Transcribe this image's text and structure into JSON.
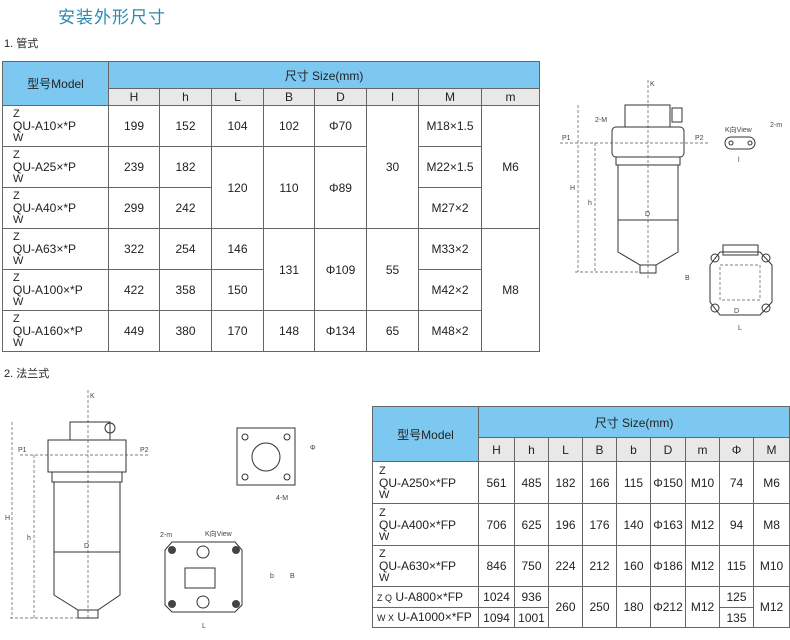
{
  "title": "安装外形尺寸",
  "section1": "1. 管式",
  "section2": "2. 法兰式",
  "table1": {
    "model_header": "型号Model",
    "size_header": "尺寸 Size(mm)",
    "columns": [
      "H",
      "h",
      "L",
      "B",
      "D",
      "I",
      "M",
      "m"
    ],
    "rows": [
      {
        "top": "Z",
        "mid": "QU-A10×*P",
        "bot": "W",
        "H": "199",
        "h": "152",
        "L": "104",
        "B": "102",
        "D": "Φ70",
        "M": "M18×1.5"
      },
      {
        "top": "Z",
        "mid": "QU-A25×*P",
        "bot": "W",
        "H": "239",
        "h": "182",
        "M": "M22×1.5"
      },
      {
        "top": "Z",
        "mid": "QU-A40×*P",
        "bot": "W",
        "H": "299",
        "h": "242",
        "M": "M27×2"
      },
      {
        "top": "Z",
        "mid": "QU-A63×*P",
        "bot": "W",
        "H": "322",
        "h": "254",
        "L": "146",
        "M": "M33×2"
      },
      {
        "top": "Z",
        "mid": "QU-A100×*P",
        "bot": "W",
        "H": "422",
        "h": "358",
        "L": "150",
        "M": "M42×2"
      },
      {
        "top": "Z",
        "mid": "QU-A160×*P",
        "bot": "W",
        "H": "449",
        "h": "380",
        "L": "170",
        "B": "148",
        "D": "Φ134",
        "I": "65",
        "M": "M48×2"
      }
    ],
    "merged": {
      "L_2_3": "120",
      "B_2_3": "110",
      "D_2_3": "Φ89",
      "I_1_3": "30",
      "m_1_3": "M6",
      "B_4_5": "131",
      "D_4_5": "Φ109",
      "I_4_5": "55",
      "m_4_6": "M8"
    }
  },
  "table2": {
    "model_header": "型号Model",
    "size_header": "尺寸 Size(mm)",
    "columns": [
      "H",
      "h",
      "L",
      "B",
      "b",
      "D",
      "m",
      "Φ",
      "M"
    ],
    "rows": [
      {
        "top": "Z",
        "mid": "QU-A250×*FP",
        "bot": "W",
        "H": "561",
        "h": "485",
        "L": "182",
        "B": "166",
        "b": "115",
        "D": "Φ150",
        "m": "M10",
        "phi": "74",
        "M": "M6"
      },
      {
        "top": "Z",
        "mid": "QU-A400×*FP",
        "bot": "W",
        "H": "706",
        "h": "625",
        "L": "196",
        "B": "176",
        "b": "140",
        "D": "Φ163",
        "m": "M12",
        "phi": "94",
        "M": "M8"
      },
      {
        "top": "Z",
        "mid": "QU-A630×*FP",
        "bot": "W",
        "H": "846",
        "h": "750",
        "L": "224",
        "B": "212",
        "b": "160",
        "D": "Φ186",
        "m": "M12",
        "phi": "115",
        "M": "M10"
      },
      {
        "pre": "Z Q",
        "mid": "U-A800×*FP",
        "H": "1024",
        "h": "936",
        "phi": "125"
      },
      {
        "pre": "W X",
        "mid": "U-A1000×*FP",
        "H": "1094",
        "h": "1001",
        "phi": "135"
      }
    ],
    "merged": {
      "L": "260",
      "B": "250",
      "b": "180",
      "D": "Φ212",
      "m": "M12",
      "M": "M12"
    }
  },
  "drawing_labels": {
    "H": "H",
    "h": "h",
    "D": "D",
    "L": "L",
    "B": "B",
    "b": "b",
    "P1": "P1",
    "P2": "P2",
    "M": "2-M",
    "m": "2-m",
    "view": "K向View",
    "flange": "4-M",
    "K": "K",
    "l": "l",
    "phi": "Φ"
  }
}
